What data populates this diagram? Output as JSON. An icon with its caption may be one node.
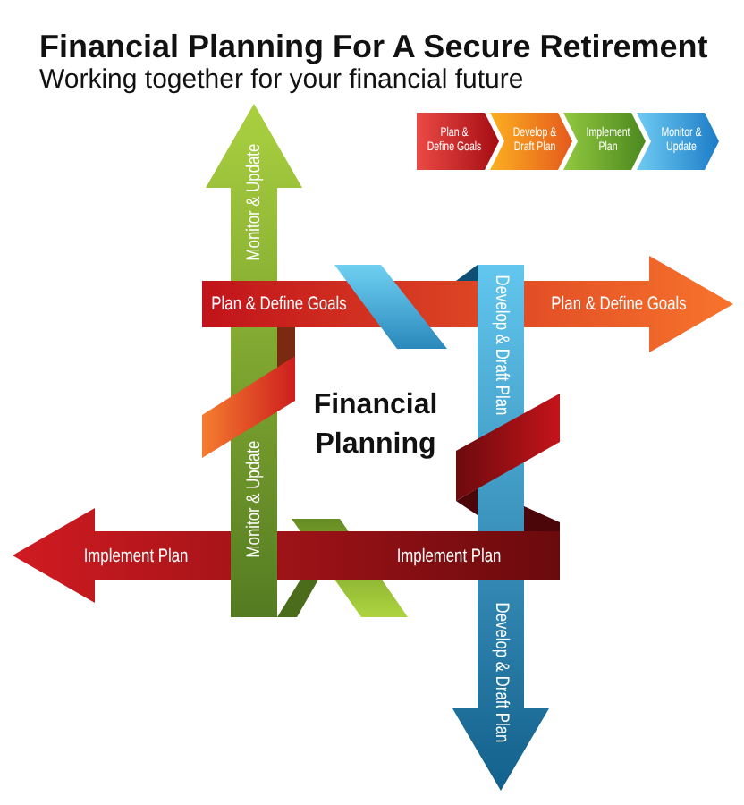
{
  "diagram": {
    "title": "Financial Planning For A Secure Retirement",
    "nodes": [
      {
        "text": [
          "Plan & Define Goals"
        ]
      },
      {
        "text": [
          "Develop & Draft Plan"
        ]
      },
      {
        "text": [
          "Implement Plan"
        ]
      },
      {
        "text": [
          "Monitor & Update"
        ]
      },
      {
        "text": [
          "Monitor & Update",
          "Monitor & Update"
        ]
      },
      {
        "text": [
          "Plan & Define Goals",
          "Plan & Define Goals"
        ]
      },
      {
        "text": [
          "Develop & Draft Plan",
          "Develop & Draft Plan"
        ]
      },
      {
        "text": [
          "Implement Plan",
          "Implement Plan"
        ]
      }
    ],
    "labels": [
      "Working together for your financial future",
      "Financial Planning"
    ]
  }
}
